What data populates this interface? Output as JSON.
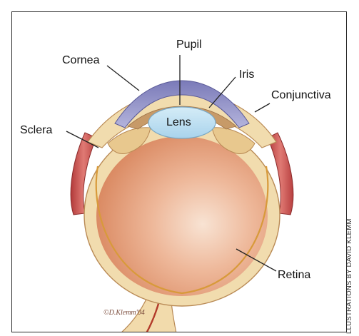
{
  "diagram": {
    "labels": {
      "pupil": "Pupil",
      "cornea": "Cornea",
      "iris": "Iris",
      "conjunctiva": "Conjunctiva",
      "sclera": "Sclera",
      "lens": "Lens",
      "retina": "Retina"
    },
    "signature": "©D.Klemm'04",
    "credit": "LLUSTRATIONS BY DAVID KLEMM"
  },
  "colors": {
    "frame": "#2a2a2a",
    "cornea": "#8f8fc6",
    "lens": "#bfe0f1",
    "vitreous": "#e4a07c",
    "sclera_tissue": "#f1dcae",
    "muscle": "#c54a4a",
    "text": "#111111"
  }
}
